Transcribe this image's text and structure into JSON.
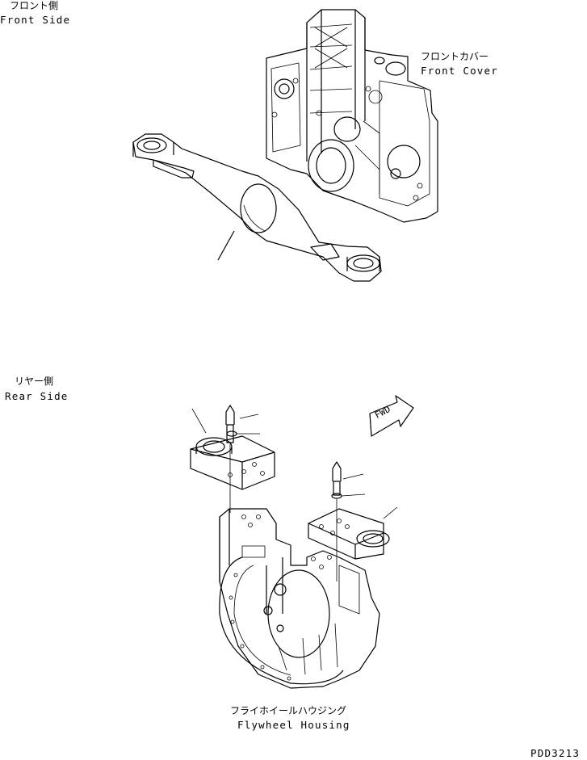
{
  "labels": {
    "front_side_jp": "フロント側",
    "front_side_en": "Front Side",
    "front_cover_jp": "フロントカバー",
    "front_cover_en": "Front Cover",
    "rear_side_jp": "リヤー側",
    "rear_side_en": "Rear Side",
    "fwd": "FWD",
    "flywheel_housing_jp": "フライホイールハウジング",
    "flywheel_housing_en": "Flywheel Housing",
    "drawing_code": "PDD3213"
  }
}
